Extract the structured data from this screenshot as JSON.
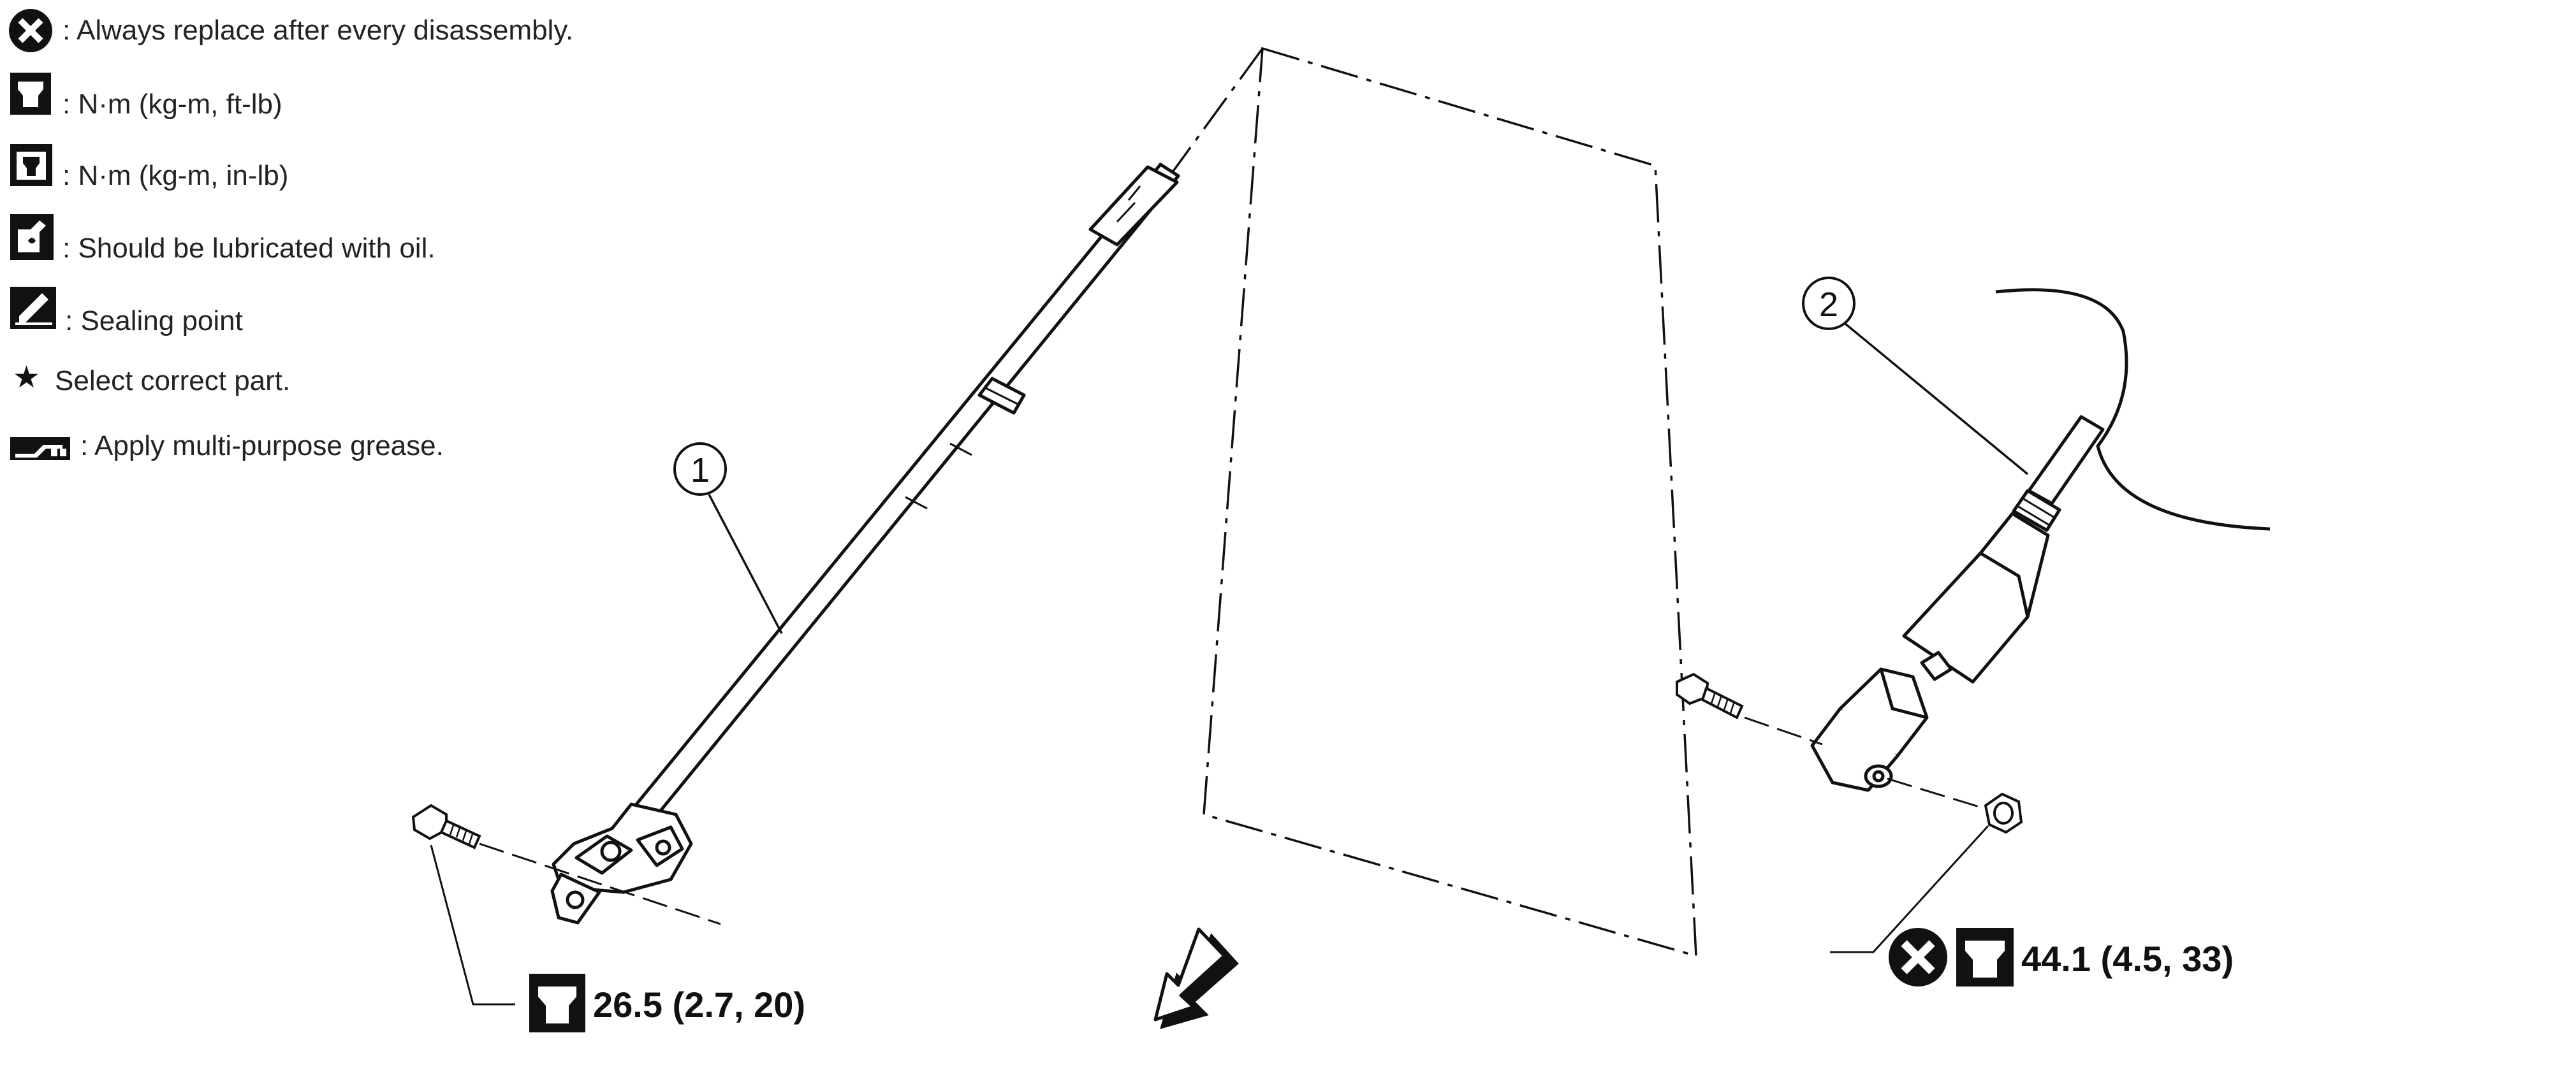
{
  "legend": [
    {
      "icon": "always-replace-icon",
      "text": ": Always replace after every disassembly."
    },
    {
      "icon": "torque-ftlb-icon",
      "text": ": N·m (kg-m, ft-lb)"
    },
    {
      "icon": "torque-inlb-icon",
      "text": ": N·m (kg-m, in-lb)"
    },
    {
      "icon": "oil-can-icon",
      "text": ": Should be lubricated with oil."
    },
    {
      "icon": "sealing-point-icon",
      "text": ": Sealing point"
    },
    {
      "icon": "star-icon",
      "text": "Select correct part."
    },
    {
      "icon": "grease-icon",
      "text": ": Apply multi-purpose grease."
    }
  ],
  "legend_star": "★",
  "callouts": {
    "part1": "1",
    "part2": "2"
  },
  "torque": {
    "left": "26.5 (2.7, 20)",
    "right": "44.1 (4.5, 33)"
  }
}
